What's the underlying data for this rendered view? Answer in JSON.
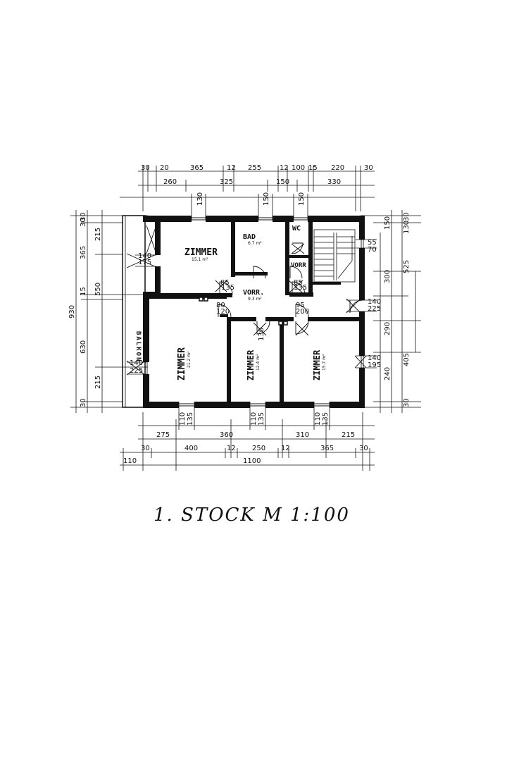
{
  "caption": "1. STOCK M 1:100",
  "rooms": {
    "zimmer_nw": {
      "name": "ZIMMER",
      "area": "15.1 m²"
    },
    "bad": {
      "name": "BAD",
      "area": "6.7 m²"
    },
    "wc": {
      "name": "WC"
    },
    "vorr_small": {
      "name": "VORR"
    },
    "vorr_main": {
      "name": "VORR.",
      "area": "9.3 m²"
    },
    "zimmer_sw": {
      "name": "ZIMMER",
      "area": "21.2 m²"
    },
    "zimmer_s": {
      "name": "ZIMMER",
      "area": "12.4 m²"
    },
    "zimmer_se": {
      "name": "ZIMMER",
      "area": "15.7 m²"
    },
    "balkon": {
      "name": "BALKON"
    }
  },
  "dimensions": {
    "top_row1": [
      "30",
      "20",
      "365",
      "12",
      "255",
      "12",
      "100",
      "15",
      "220",
      "30"
    ],
    "top_row2": [
      "260",
      "325",
      "150",
      "330"
    ],
    "top_windows": [
      "130",
      "150",
      "150"
    ],
    "bottom_row1": [
      "275",
      "360",
      "310",
      "215"
    ],
    "bottom_row2": [
      "30",
      "400",
      "12",
      "250",
      "12",
      "365",
      "30"
    ],
    "bottom_total": [
      "110",
      "1100"
    ],
    "bottom_windows": [
      "110",
      "135",
      "110",
      "135",
      "110",
      "135"
    ],
    "left_outer": [
      "930"
    ],
    "left_mid": [
      "30",
      "365",
      "30",
      "15",
      "630",
      "30"
    ],
    "left_inner": [
      "215",
      "550",
      "215"
    ],
    "left_windows": [
      "140",
      "175",
      "140",
      "225"
    ],
    "right_inner": [
      "150",
      "300",
      "290",
      "240"
    ],
    "right_outer": [
      "30",
      "130",
      "525",
      "405",
      "30"
    ],
    "right_windows": [
      "55",
      "70",
      "140",
      "225",
      "140",
      "195"
    ],
    "interior": [
      "85",
      "135",
      "80",
      "120",
      "85",
      "135",
      "95",
      "200",
      "130"
    ]
  }
}
